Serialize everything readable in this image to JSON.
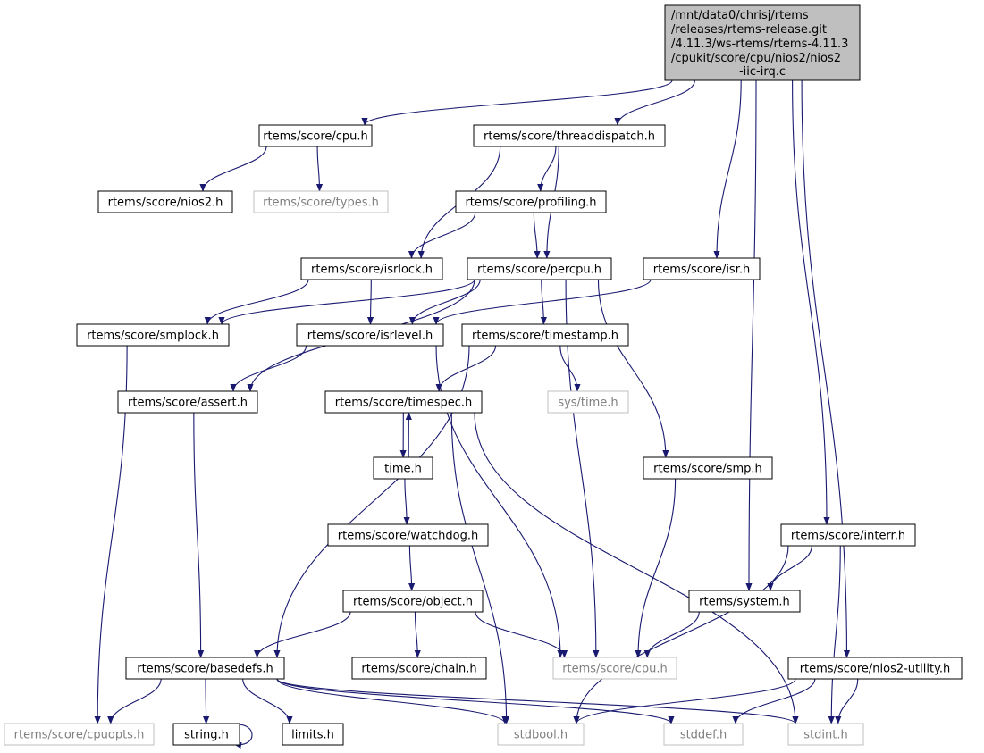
{
  "graph": {
    "colors": {
      "edge": "#191970",
      "root_fill": "#bfbfbf",
      "external_border": "#bfbfbf",
      "external_text": "#7f7f7f"
    },
    "root": {
      "lines": [
        "/mnt/data0/chrisj/rtems",
        "/releases/rtems-release.git",
        "/4.11.3/ws-rtems/rtems-4.11.3",
        "/cpukit/score/cpu/nios2/nios2",
        "-iic-irq.c"
      ]
    },
    "nodes": [
      {
        "id": "cpu",
        "label": "rtems/score/cpu.h",
        "external": false
      },
      {
        "id": "threaddispatch",
        "label": "rtems/score/threaddispatch.h",
        "external": false
      },
      {
        "id": "nios2",
        "label": "rtems/score/nios2.h",
        "external": false
      },
      {
        "id": "types",
        "label": "rtems/score/types.h",
        "external": true
      },
      {
        "id": "profiling",
        "label": "rtems/score/profiling.h",
        "external": false
      },
      {
        "id": "isrlock",
        "label": "rtems/score/isrlock.h",
        "external": false
      },
      {
        "id": "percpu",
        "label": "rtems/score/percpu.h",
        "external": false
      },
      {
        "id": "isr",
        "label": "rtems/score/isr.h",
        "external": false
      },
      {
        "id": "smplock",
        "label": "rtems/score/smplock.h",
        "external": false
      },
      {
        "id": "isrlevel",
        "label": "rtems/score/isrlevel.h",
        "external": false
      },
      {
        "id": "timestamp",
        "label": "rtems/score/timestamp.h",
        "external": false
      },
      {
        "id": "assert",
        "label": "rtems/score/assert.h",
        "external": false
      },
      {
        "id": "timespec",
        "label": "rtems/score/timespec.h",
        "external": false
      },
      {
        "id": "systime",
        "label": "sys/time.h",
        "external": true
      },
      {
        "id": "time",
        "label": "time.h",
        "external": false
      },
      {
        "id": "smp",
        "label": "rtems/score/smp.h",
        "external": false
      },
      {
        "id": "watchdog",
        "label": "rtems/score/watchdog.h",
        "external": false
      },
      {
        "id": "interr",
        "label": "rtems/score/interr.h",
        "external": false
      },
      {
        "id": "object",
        "label": "rtems/score/object.h",
        "external": false
      },
      {
        "id": "system",
        "label": "rtems/system.h",
        "external": false
      },
      {
        "id": "basedefs",
        "label": "rtems/score/basedefs.h",
        "external": false
      },
      {
        "id": "chain",
        "label": "rtems/score/chain.h",
        "external": false
      },
      {
        "id": "cpu2",
        "label": "rtems/score/cpu.h",
        "external": true
      },
      {
        "id": "nios2util",
        "label": "rtems/score/nios2-utility.h",
        "external": false
      },
      {
        "id": "cpuopts",
        "label": "rtems/score/cpuopts.h",
        "external": true
      },
      {
        "id": "string",
        "label": "string.h",
        "external": false
      },
      {
        "id": "limits",
        "label": "limits.h",
        "external": false
      },
      {
        "id": "stdbool",
        "label": "stdbool.h",
        "external": true
      },
      {
        "id": "stddef",
        "label": "stddef.h",
        "external": true
      },
      {
        "id": "stdint",
        "label": "stdint.h",
        "external": true
      }
    ],
    "edges": [
      [
        "root",
        "cpu"
      ],
      [
        "root",
        "threaddispatch"
      ],
      [
        "root",
        "isr"
      ],
      [
        "root",
        "system"
      ],
      [
        "root",
        "interr"
      ],
      [
        "root",
        "nios2util"
      ],
      [
        "cpu",
        "nios2"
      ],
      [
        "cpu",
        "types"
      ],
      [
        "threaddispatch",
        "profiling"
      ],
      [
        "threaddispatch",
        "isrlock"
      ],
      [
        "threaddispatch",
        "percpu"
      ],
      [
        "profiling",
        "isrlock"
      ],
      [
        "profiling",
        "percpu"
      ],
      [
        "isrlock",
        "smplock"
      ],
      [
        "isrlock",
        "isrlevel"
      ],
      [
        "percpu",
        "smplock"
      ],
      [
        "percpu",
        "isrlevel"
      ],
      [
        "percpu",
        "timestamp"
      ],
      [
        "percpu",
        "assert"
      ],
      [
        "percpu",
        "cpu2"
      ],
      [
        "percpu",
        "smp"
      ],
      [
        "isr",
        "isrlevel"
      ],
      [
        "smplock",
        "cpuopts"
      ],
      [
        "isrlevel",
        "assert"
      ],
      [
        "isrlevel",
        "cpu2"
      ],
      [
        "timestamp",
        "timespec"
      ],
      [
        "timestamp",
        "systime"
      ],
      [
        "timestamp",
        "basedefs"
      ],
      [
        "assert",
        "basedefs"
      ],
      [
        "timespec",
        "time"
      ],
      [
        "timespec",
        "stdbool"
      ],
      [
        "timespec",
        "stdint"
      ],
      [
        "time",
        "timespec"
      ],
      [
        "time",
        "watchdog"
      ],
      [
        "watchdog",
        "object"
      ],
      [
        "object",
        "basedefs"
      ],
      [
        "object",
        "chain"
      ],
      [
        "object",
        "cpu2"
      ],
      [
        "smp",
        "cpu2"
      ],
      [
        "interr",
        "system"
      ],
      [
        "interr",
        "stdbool"
      ],
      [
        "interr",
        "stdint"
      ],
      [
        "system",
        "cpu2"
      ],
      [
        "basedefs",
        "cpuopts"
      ],
      [
        "basedefs",
        "string"
      ],
      [
        "basedefs",
        "limits"
      ],
      [
        "basedefs",
        "stdbool"
      ],
      [
        "basedefs",
        "stddef"
      ],
      [
        "basedefs",
        "stdint"
      ],
      [
        "string",
        "string"
      ],
      [
        "nios2util",
        "stdbool"
      ],
      [
        "nios2util",
        "stddef"
      ],
      [
        "nios2util",
        "stdint"
      ]
    ]
  }
}
